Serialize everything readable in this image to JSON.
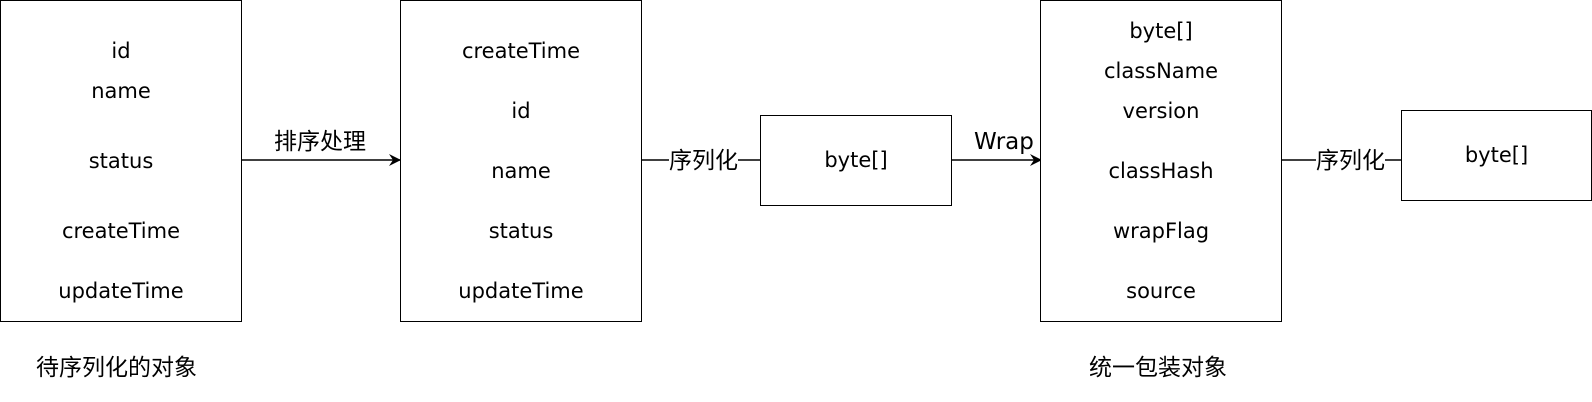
{
  "nodes": {
    "source_object": {
      "fields": [
        "id",
        "name",
        "status",
        "createTime",
        "updateTime"
      ]
    },
    "sorted_object": {
      "fields": [
        "createTime",
        "id",
        "name",
        "status",
        "updateTime"
      ]
    },
    "bytes_1": {
      "fields": [
        "byte[]"
      ]
    },
    "wrapper_object": {
      "fields": [
        "byte[]",
        "className",
        "version",
        "classHash",
        "wrapFlag",
        "source"
      ]
    },
    "bytes_2": {
      "fields": [
        "byte[]"
      ]
    }
  },
  "edges": {
    "sort": {
      "label": "排序处理"
    },
    "serialize_1": {
      "label": "序列化"
    },
    "wrap": {
      "label": "Wrap"
    },
    "serialize_2": {
      "label": "序列化"
    }
  },
  "captions": {
    "source_caption": "待序列化的对象",
    "wrapper_caption": "统一包装对象"
  },
  "colors": {
    "stroke": "#000000",
    "fill": "#ffffff",
    "text": "#000000"
  }
}
